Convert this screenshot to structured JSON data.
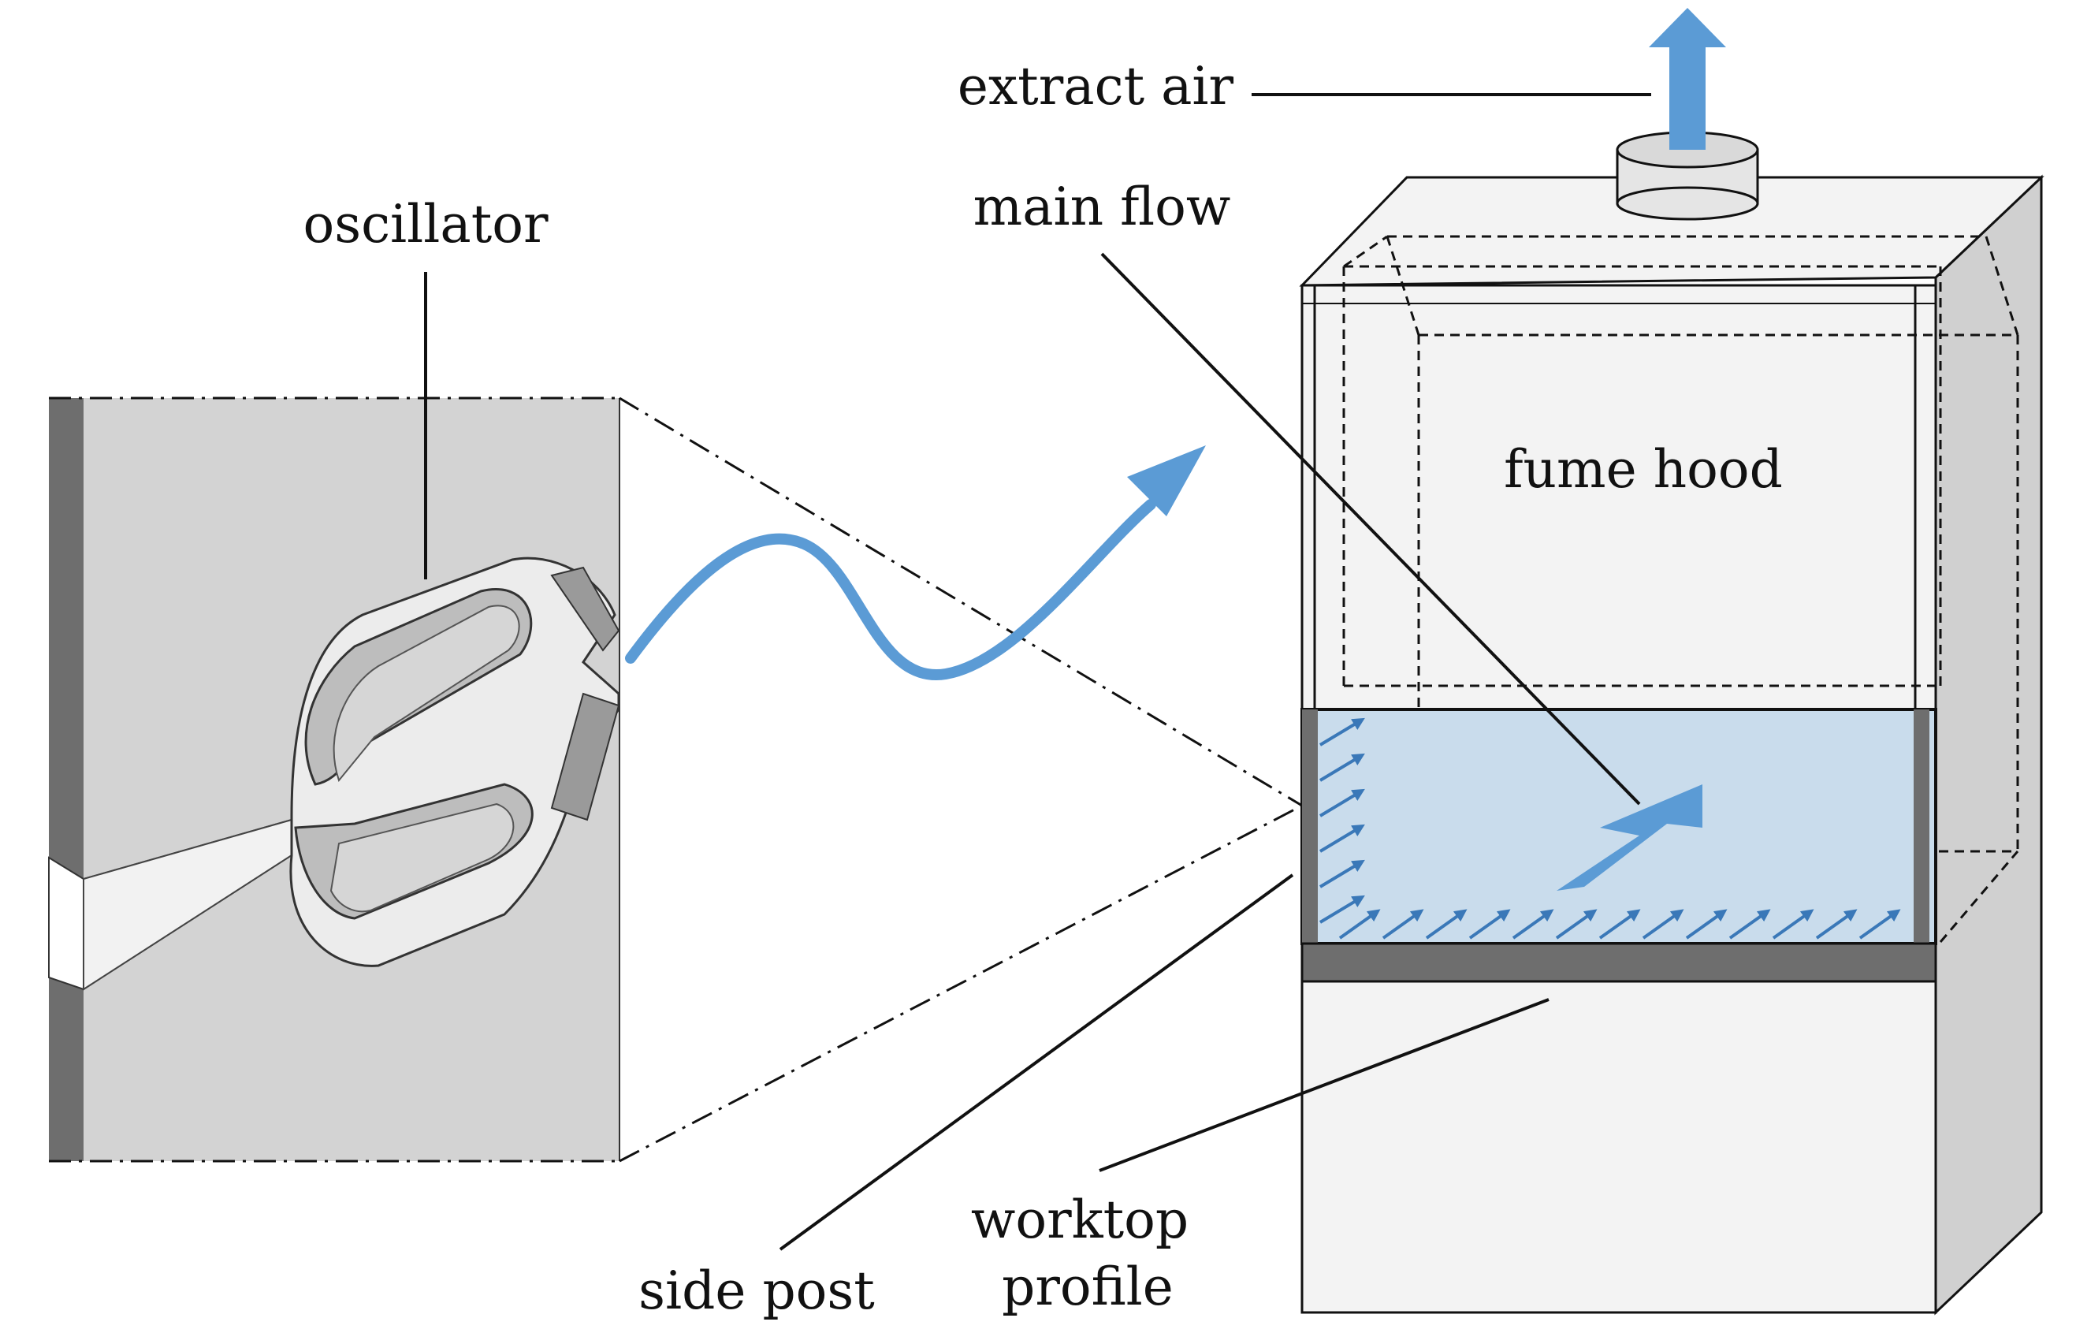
{
  "labels": {
    "extract_air": "extract air",
    "main_flow": "main flow",
    "oscillator": "oscillator",
    "fume_hood": "fume hood",
    "side_post": "side post",
    "worktop_line1": "worktop",
    "worktop_line2": "profile"
  },
  "colors": {
    "flow_arrow": "#5b9bd5",
    "sash_fill": "#c9dcec",
    "panel_gray": "#d3d3d3",
    "dark_gray": "#6e6e6e",
    "hood_light": "#f3f3f3",
    "hood_side": "#d0d0d0"
  },
  "icons": {
    "extract": "arrow-up-icon",
    "main_flow": "arrow-diagonal-icon",
    "jet": "wavy-arrow-icon",
    "oscillator": "fluidic-oscillator-icon"
  }
}
